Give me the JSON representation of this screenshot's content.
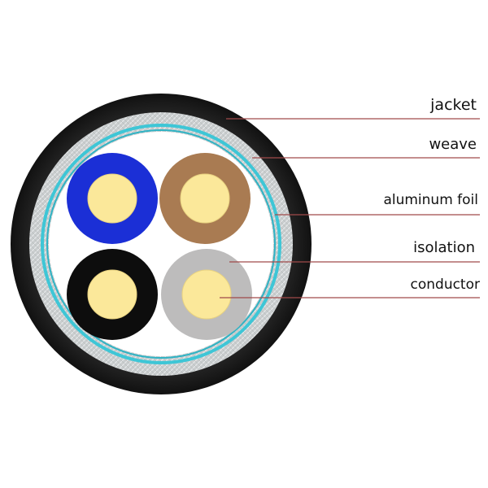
{
  "labels": {
    "jacket": "jacket",
    "weave": "weave",
    "aluminum_foil": "aluminum foil",
    "isolation": "isolation",
    "conductor": "conductor"
  },
  "colors": {
    "jacket": "#1a1a1a",
    "weave": "#c8cccd",
    "aluminum_foil": "#3ec6d6",
    "filler": "#ffffff",
    "conductor": "#fbe89a",
    "isolation_blue": "#1b2fd6",
    "isolation_brown": "#a97b52",
    "isolation_black": "#0d0d0d",
    "isolation_gray": "#bdbcbc",
    "leader_line": "#a04a4a"
  }
}
